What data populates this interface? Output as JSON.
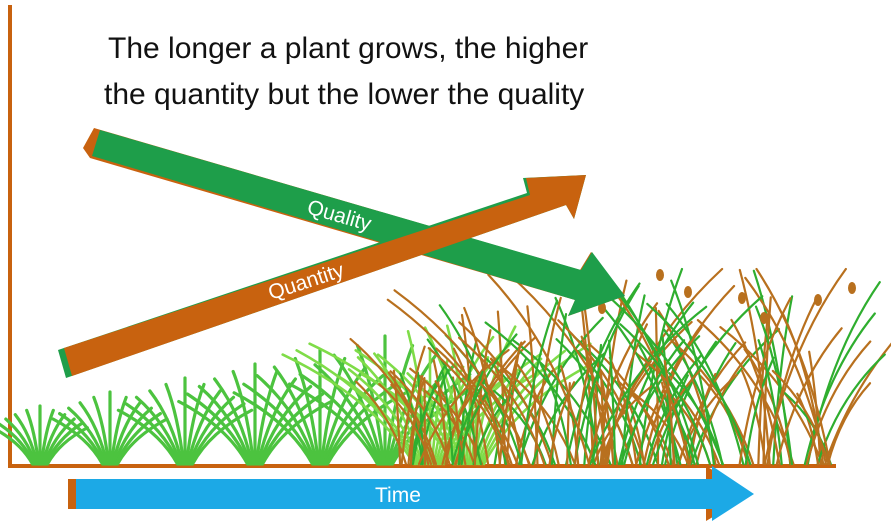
{
  "headline": {
    "line1": "The longer a plant grows, the higher",
    "line2": "the quantity but the lower the quality"
  },
  "arrows": {
    "quality": {
      "label": "Quality",
      "trend": "decreasing",
      "color": "#1e9e4a",
      "edge_color": "#c8620f"
    },
    "quantity": {
      "label": "Quantity",
      "trend": "increasing",
      "color": "#c8620f",
      "edge_color": "#1e9e4a"
    },
    "time": {
      "label": "Time",
      "color": "#1ca9e6",
      "edge_color": "#c8620f"
    }
  },
  "axis_color": "#c8620f",
  "plant_colors": {
    "young": "#4cc33f",
    "mid": "#7fdc48",
    "mature_green": "#2fae2f",
    "mature_brown": "#b8701e"
  }
}
